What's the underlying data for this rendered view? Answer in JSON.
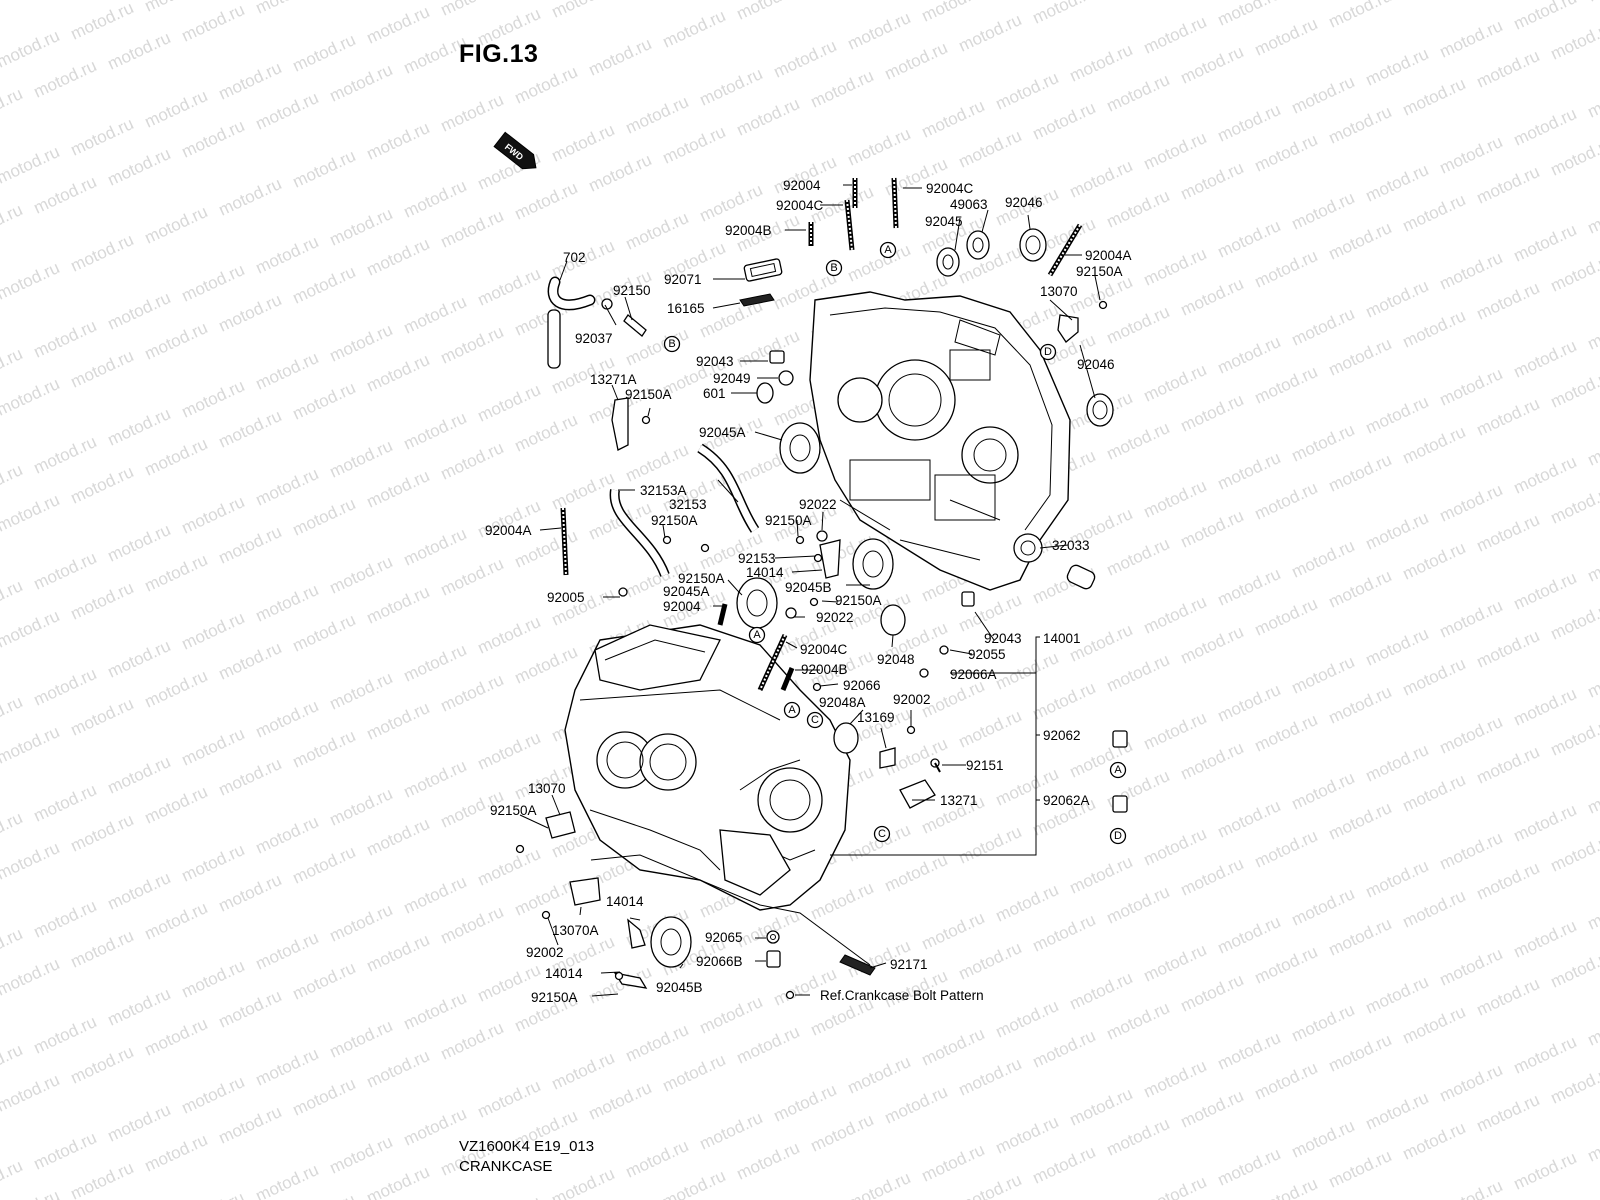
{
  "figure_title": "FIG.13",
  "fwd_badge": "FWD",
  "watermark_text": "motod.ru",
  "footer": {
    "code": "VZ1600K4 E19_013",
    "name": "CRANKCASE"
  },
  "reference_note": "Ref.Crankcase Bolt Pattern",
  "callout_letters": [
    "A",
    "B",
    "C",
    "D"
  ],
  "part_numbers": [
    "92004",
    "92004C",
    "92004C",
    "92004B",
    "49063",
    "92046",
    "92045",
    "92004A",
    "92150A",
    "702",
    "92150",
    "92037",
    "92071",
    "16165",
    "13070",
    "92043",
    "92049",
    "601",
    "92046",
    "13271A",
    "92150A",
    "92045A",
    "32153A",
    "32153",
    "92150A",
    "92022",
    "92150A",
    "92004A",
    "92153",
    "14014",
    "92150A",
    "92045A",
    "92045B",
    "92150A",
    "32033",
    "92005",
    "92004",
    "92022",
    "92004C",
    "92048",
    "92043",
    "92055",
    "14001",
    "92004B",
    "92066",
    "92066A",
    "92048A",
    "92002",
    "13169",
    "92062",
    "92151",
    "13070",
    "13271",
    "92062A",
    "92150A",
    "14014",
    "13070A",
    "92065",
    "92002",
    "14014",
    "92066B",
    "92171",
    "92150A",
    "92045B"
  ]
}
